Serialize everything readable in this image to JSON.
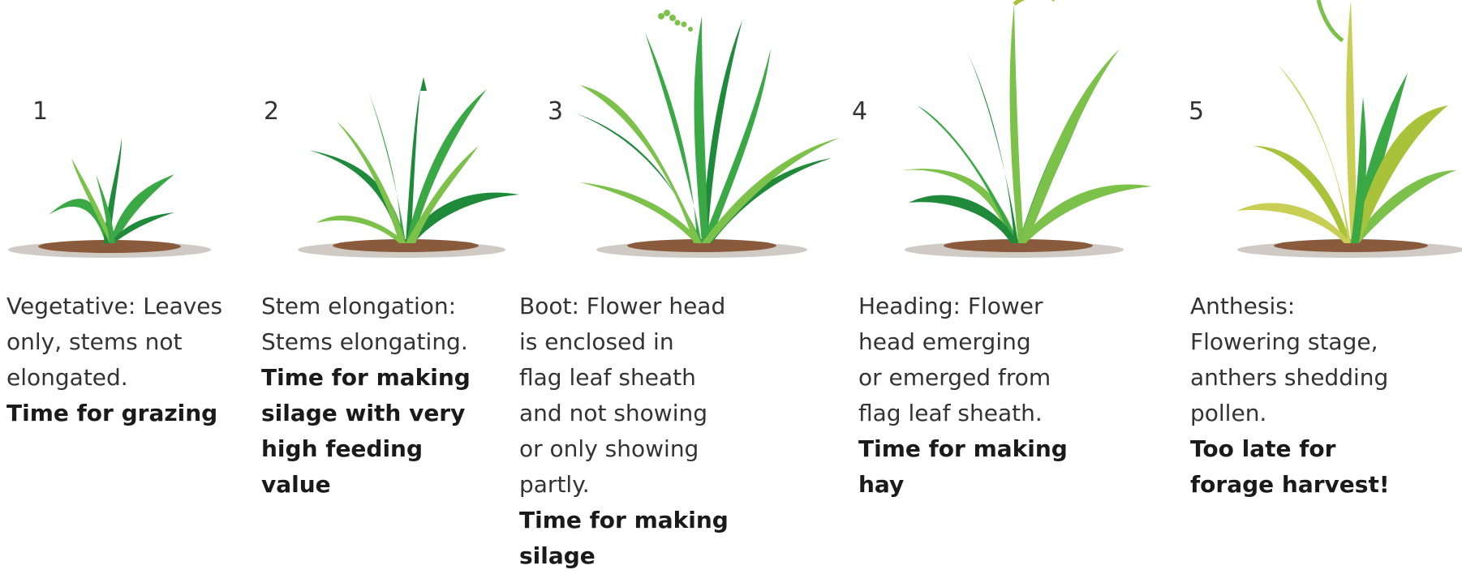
{
  "stages": [
    {
      "number": "1",
      "description": "Vegetative: Leaves\nonly, stems not\nelongated.",
      "recommendation": "Time for grazing",
      "plant_icon": "grass-vegetative-icon"
    },
    {
      "number": "2",
      "description": "Stem elongation:\nStems elongating.",
      "recommendation": "Time for making\nsilage with very\nhigh feeding\nvalue",
      "plant_icon": "grass-stem-elongation-icon"
    },
    {
      "number": "3",
      "description": "Boot: Flower head\nis enclosed in\nflag leaf sheath\nand not showing\nor only showing\npartly.",
      "recommendation": "Time for making\nsilage",
      "plant_icon": "grass-boot-icon"
    },
    {
      "number": "4",
      "description": "Heading: Flower\nhead emerging\nor emerged from\nflag leaf sheath.",
      "recommendation": "Time for making\nhay",
      "plant_icon": "grass-heading-icon"
    },
    {
      "number": "5",
      "description": "Anthesis:\nFlowering stage,\nanthers shedding\npollen.",
      "recommendation": "Too late for\nforage harvest!",
      "plant_icon": "grass-anthesis-icon"
    }
  ],
  "colors": {
    "soil": "#8a5a3c",
    "soil_shadow": "#cfcac4",
    "leaf_dark": "#1f8a3a",
    "leaf_mid": "#3aa845",
    "leaf_light": "#7cc24a",
    "leaf_yellow": "#a8c23a",
    "leaf_pale": "#c9cf55"
  }
}
